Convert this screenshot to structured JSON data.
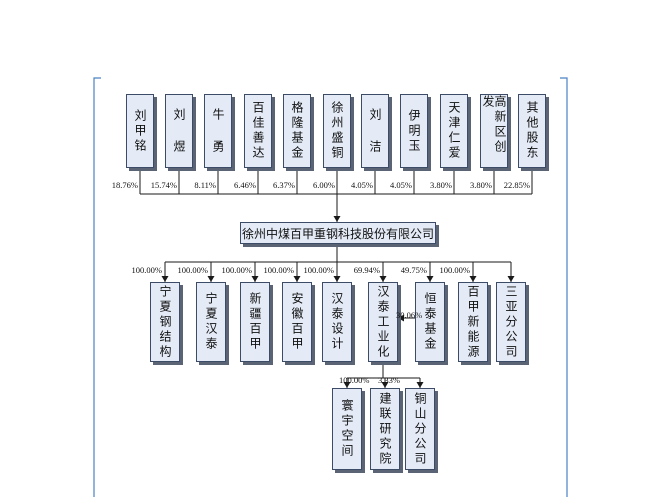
{
  "colors": {
    "box_fill": "#e4ebf6",
    "box_border": "#3d4c66",
    "shadow": "#5a6475",
    "line": "#1a1a1a",
    "bracket": "#4a82c4"
  },
  "shareholders": [
    {
      "name": "刘甲铭",
      "pct": "18.76%"
    },
    {
      "name": "刘 煜",
      "pct": "15.74%"
    },
    {
      "name": "牛 勇",
      "pct": "8.11%"
    },
    {
      "name": "百佳善达",
      "pct": "6.46%"
    },
    {
      "name": "格隆基金",
      "pct": "6.37%"
    },
    {
      "name": "徐州盛铜",
      "pct": "6.00%"
    },
    {
      "name": "刘 洁",
      "pct": "4.05%"
    },
    {
      "name": "伊明玉",
      "pct": "4.05%"
    },
    {
      "name": "天津仁爱",
      "pct": "3.80%"
    },
    {
      "name": "高新区创发",
      "pct": "3.80%"
    },
    {
      "name": "其他股东",
      "pct": "22.85%"
    }
  ],
  "company": "徐州中煤百甲重钢科技股份有限公司",
  "subsidiaries": [
    {
      "name": "宁夏钢结构",
      "pct": "100.00%"
    },
    {
      "name": "宁夏汉泰",
      "pct": "100.00%"
    },
    {
      "name": "新疆百甲",
      "pct": "100.00%"
    },
    {
      "name": "安徽百甲",
      "pct": "100.00%"
    },
    {
      "name": "汉泰设计",
      "pct": "100.00%"
    },
    {
      "name": "汉泰工业化",
      "pct": "69.94%"
    },
    {
      "name": "恒泰基金",
      "pct": "49.75%"
    },
    {
      "name": "百甲新能源",
      "pct": "100.00%"
    },
    {
      "name": "三亚分公司",
      "pct": ""
    }
  ],
  "cross_pct": "30.06%",
  "third_level": [
    {
      "name": "寰宇空间",
      "pct": "100.00%"
    },
    {
      "name": "建联研究院",
      "pct": "3.33%"
    },
    {
      "name": "铜山分公司",
      "pct": ""
    }
  ]
}
